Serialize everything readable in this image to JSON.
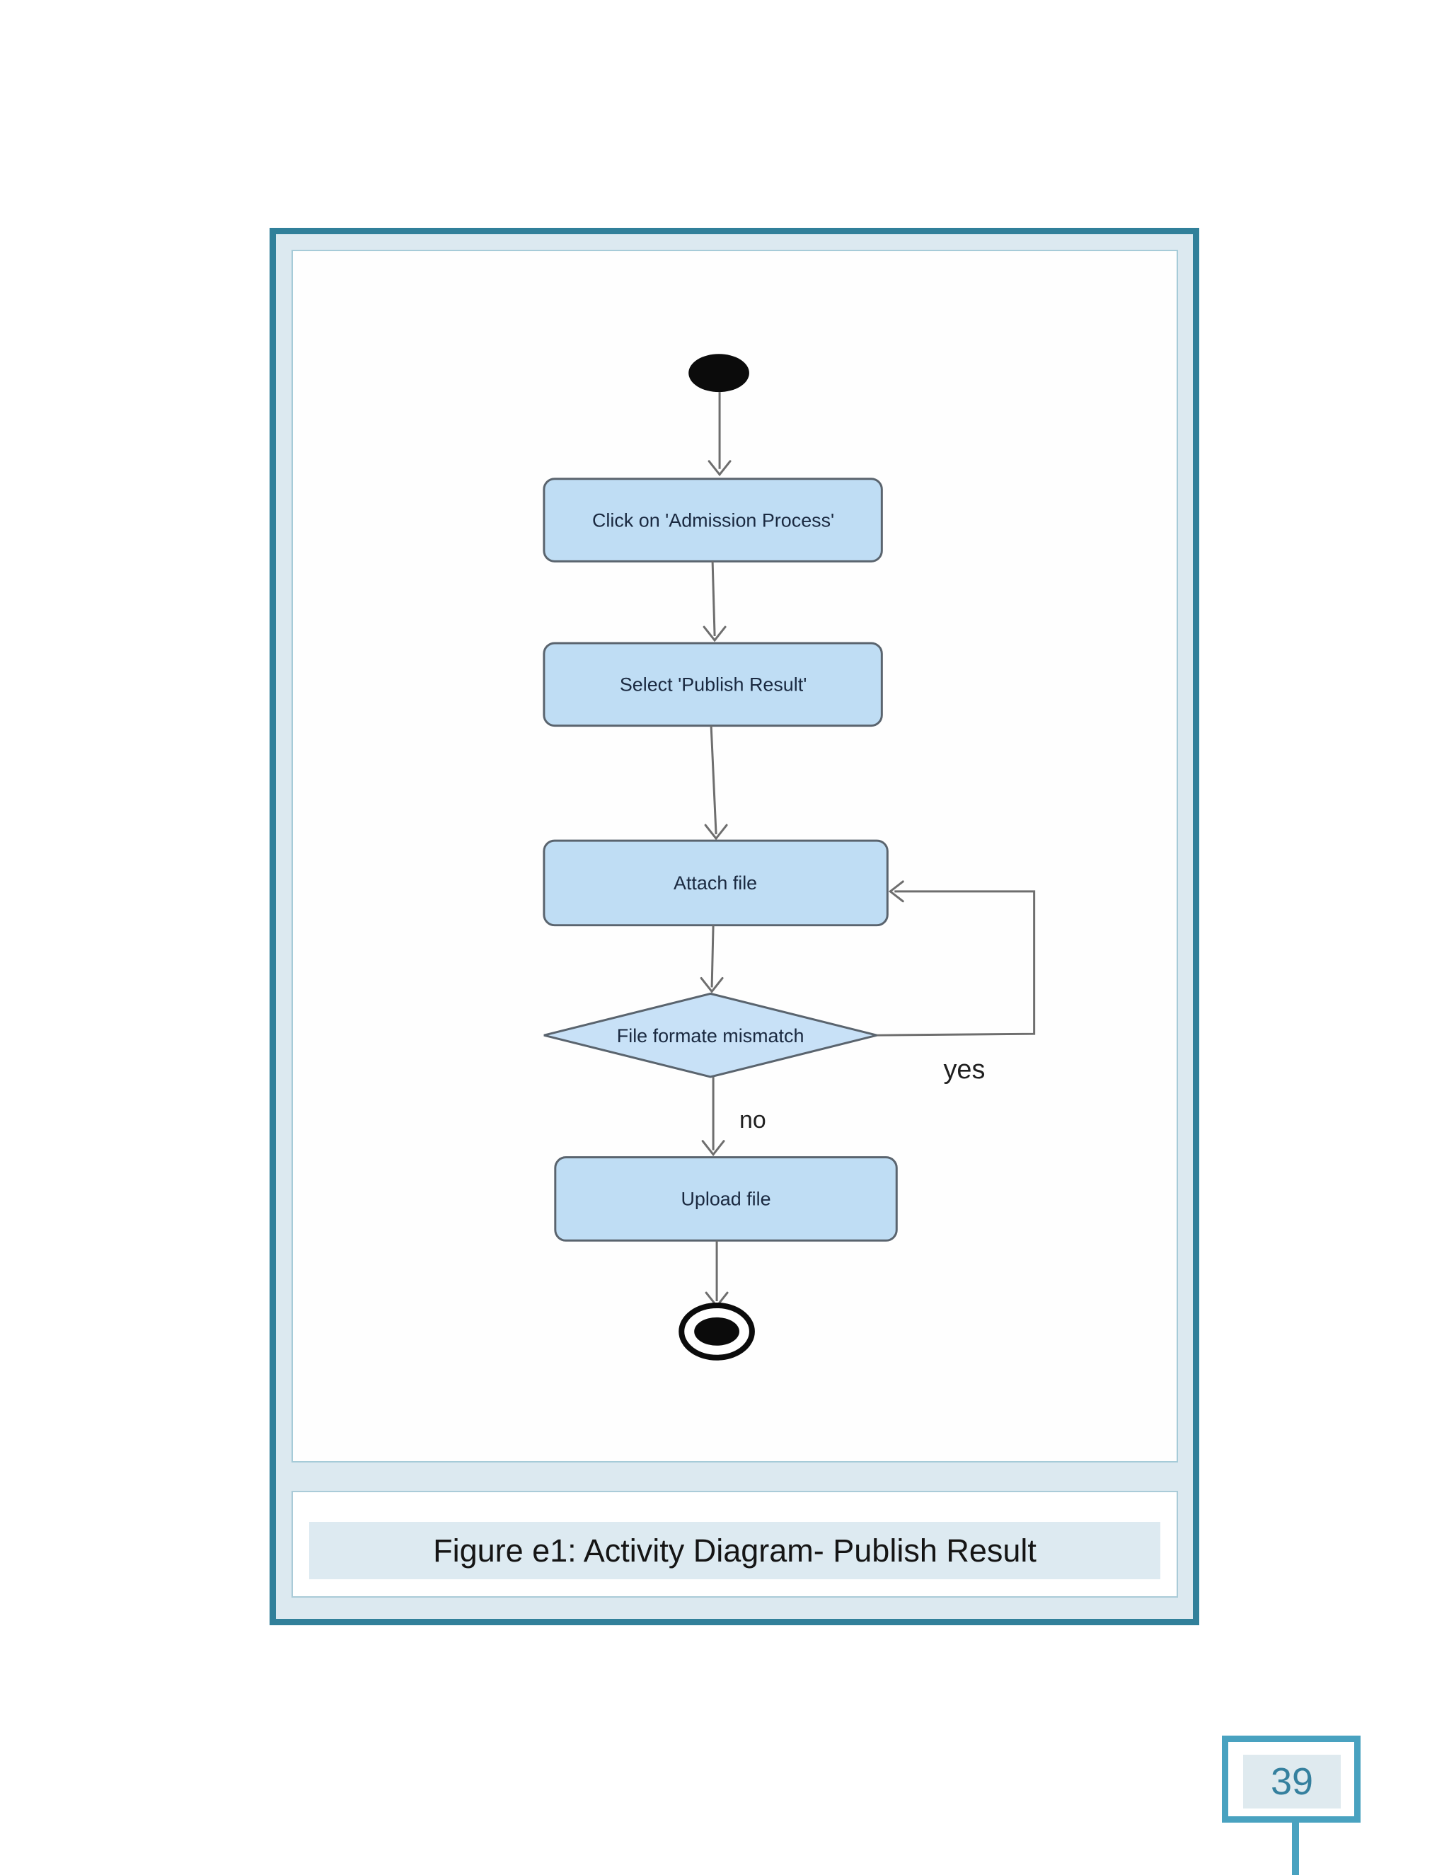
{
  "figure": {
    "caption": "Figure e1: Activity Diagram- Publish Result"
  },
  "page": {
    "number": "39"
  },
  "diagram": {
    "type": "uml-activity",
    "nodes": {
      "start": {
        "kind": "initial"
      },
      "click_admission": {
        "kind": "action",
        "label": "Click on 'Admission Process'"
      },
      "select_publish": {
        "kind": "action",
        "label": "Select 'Publish Result'"
      },
      "attach_file": {
        "kind": "action",
        "label": "Attach file"
      },
      "file_format_check": {
        "kind": "decision",
        "label": "File formate mismatch"
      },
      "upload_file": {
        "kind": "action",
        "label": "Upload file"
      },
      "end": {
        "kind": "final"
      }
    },
    "edge_labels": {
      "yes": "yes",
      "no": "no"
    }
  },
  "colors": {
    "frame_border": "#31809a",
    "frame_fill": "#dce9f0",
    "panel_border": "#a6cbd8",
    "node_fill": "#bfddf4",
    "decision_fill": "#c8e1f7",
    "node_border": "#5a646e",
    "node_text": "#1a2940",
    "connector": "#6e6e6e",
    "caption_bar": "#ddeaf1",
    "page_box_border": "#49a2c0",
    "page_number": "#35809e"
  }
}
